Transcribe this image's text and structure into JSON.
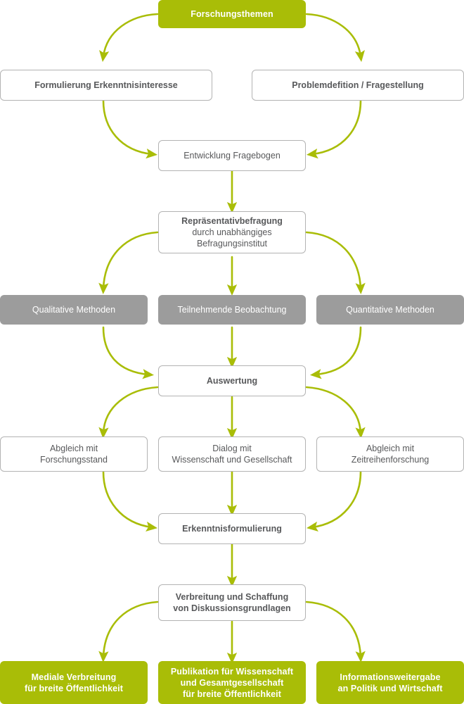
{
  "diagram": {
    "title": "Forschungsprozess Flussdiagramm",
    "colors": {
      "green": "#a9bd07",
      "gray": "#9c9c9c",
      "arrow": "#a9bd07",
      "box_border": "#b3b3b3",
      "text_dark": "#58595b",
      "text_light": "#ffffff",
      "background": "#ffffff"
    },
    "nodes": [
      {
        "id": "forschungsthemen",
        "style": "green",
        "lines": [
          "Forschungsthemen"
        ]
      },
      {
        "id": "formulierung",
        "style": "white-bold",
        "lines": [
          "Formulierung Erkenntnisinteresse"
        ]
      },
      {
        "id": "problemdefinition",
        "style": "white-bold",
        "lines": [
          "Problemdefition / Fragestellung"
        ]
      },
      {
        "id": "entwicklung-fragebogen",
        "style": "white-regular",
        "lines": [
          "Entwicklung Fragebogen"
        ]
      },
      {
        "id": "repraesentativbefragung",
        "style": "white-mixed",
        "lines": [
          "Repräsentativbefragung",
          "durch unabhängiges",
          "Befragungsinstitut"
        ]
      },
      {
        "id": "qualitative-methoden",
        "style": "gray",
        "lines": [
          "Qualitative Methoden"
        ]
      },
      {
        "id": "teilnehmende-beobachtung",
        "style": "gray",
        "lines": [
          "Teilnehmende Beobachtung"
        ]
      },
      {
        "id": "quantitative-methoden",
        "style": "gray",
        "lines": [
          "Quantitative Methoden"
        ]
      },
      {
        "id": "auswertung",
        "style": "white-bold",
        "lines": [
          "Auswertung"
        ]
      },
      {
        "id": "abgleich-forschungsstand",
        "style": "white-regular",
        "lines": [
          "Abgleich mit",
          "Forschungsstand"
        ]
      },
      {
        "id": "dialog-wissenschaft",
        "style": "white-regular",
        "lines": [
          "Dialog mit",
          "Wissenschaft und Gesellschaft"
        ]
      },
      {
        "id": "abgleich-zeitreihen",
        "style": "white-regular",
        "lines": [
          "Abgleich mit",
          "Zeitreihenforschung"
        ]
      },
      {
        "id": "erkenntnisformulierung",
        "style": "white-bold",
        "lines": [
          "Erkenntnisformulierung"
        ]
      },
      {
        "id": "verbreitung-schaffung",
        "style": "white-bold",
        "lines": [
          "Verbreitung und Schaffung",
          "von Diskussionsgrundlagen"
        ]
      },
      {
        "id": "mediale-verbreitung",
        "style": "green",
        "lines": [
          "Mediale Verbreitung",
          "für breite Öffentlichkeit"
        ]
      },
      {
        "id": "publikation-wissenschaft",
        "style": "green",
        "lines": [
          "Publikation für Wissenschaft",
          "und Gesamtgesellschaft",
          "für breite Öffentlichkeit"
        ]
      },
      {
        "id": "informationsweitergabe",
        "style": "green",
        "lines": [
          "Informationsweitergabe",
          "an Politik und Wirtschaft"
        ]
      }
    ],
    "edges": [
      {
        "from": "forschungsthemen",
        "to": "formulierung",
        "kind": "curve-left"
      },
      {
        "from": "forschungsthemen",
        "to": "problemdefinition",
        "kind": "curve-right"
      },
      {
        "from": "formulierung",
        "to": "entwicklung-fragebogen",
        "kind": "curve-right-down"
      },
      {
        "from": "problemdefinition",
        "to": "entwicklung-fragebogen",
        "kind": "curve-left-down"
      },
      {
        "from": "entwicklung-fragebogen",
        "to": "repraesentativbefragung",
        "kind": "straight-down"
      },
      {
        "from": "repraesentativbefragung",
        "to": "qualitative-methoden",
        "kind": "curve-left"
      },
      {
        "from": "repraesentativbefragung",
        "to": "teilnehmende-beobachtung",
        "kind": "straight-down"
      },
      {
        "from": "repraesentativbefragung",
        "to": "quantitative-methoden",
        "kind": "curve-right"
      },
      {
        "from": "qualitative-methoden",
        "to": "auswertung",
        "kind": "curve-right-down"
      },
      {
        "from": "teilnehmende-beobachtung",
        "to": "auswertung",
        "kind": "straight-down"
      },
      {
        "from": "quantitative-methoden",
        "to": "auswertung",
        "kind": "curve-left-down"
      },
      {
        "from": "auswertung",
        "to": "abgleich-forschungsstand",
        "kind": "curve-left"
      },
      {
        "from": "auswertung",
        "to": "dialog-wissenschaft",
        "kind": "straight-down"
      },
      {
        "from": "auswertung",
        "to": "abgleich-zeitreihen",
        "kind": "curve-right"
      },
      {
        "from": "abgleich-forschungsstand",
        "to": "erkenntnisformulierung",
        "kind": "curve-right-down"
      },
      {
        "from": "dialog-wissenschaft",
        "to": "erkenntnisformulierung",
        "kind": "straight-down"
      },
      {
        "from": "abgleich-zeitreihen",
        "to": "erkenntnisformulierung",
        "kind": "curve-left-down"
      },
      {
        "from": "erkenntnisformulierung",
        "to": "verbreitung-schaffung",
        "kind": "straight-down"
      },
      {
        "from": "verbreitung-schaffung",
        "to": "mediale-verbreitung",
        "kind": "curve-left"
      },
      {
        "from": "verbreitung-schaffung",
        "to": "publikation-wissenschaft",
        "kind": "straight-down"
      },
      {
        "from": "verbreitung-schaffung",
        "to": "informationsweitergabe",
        "kind": "curve-right"
      }
    ]
  }
}
